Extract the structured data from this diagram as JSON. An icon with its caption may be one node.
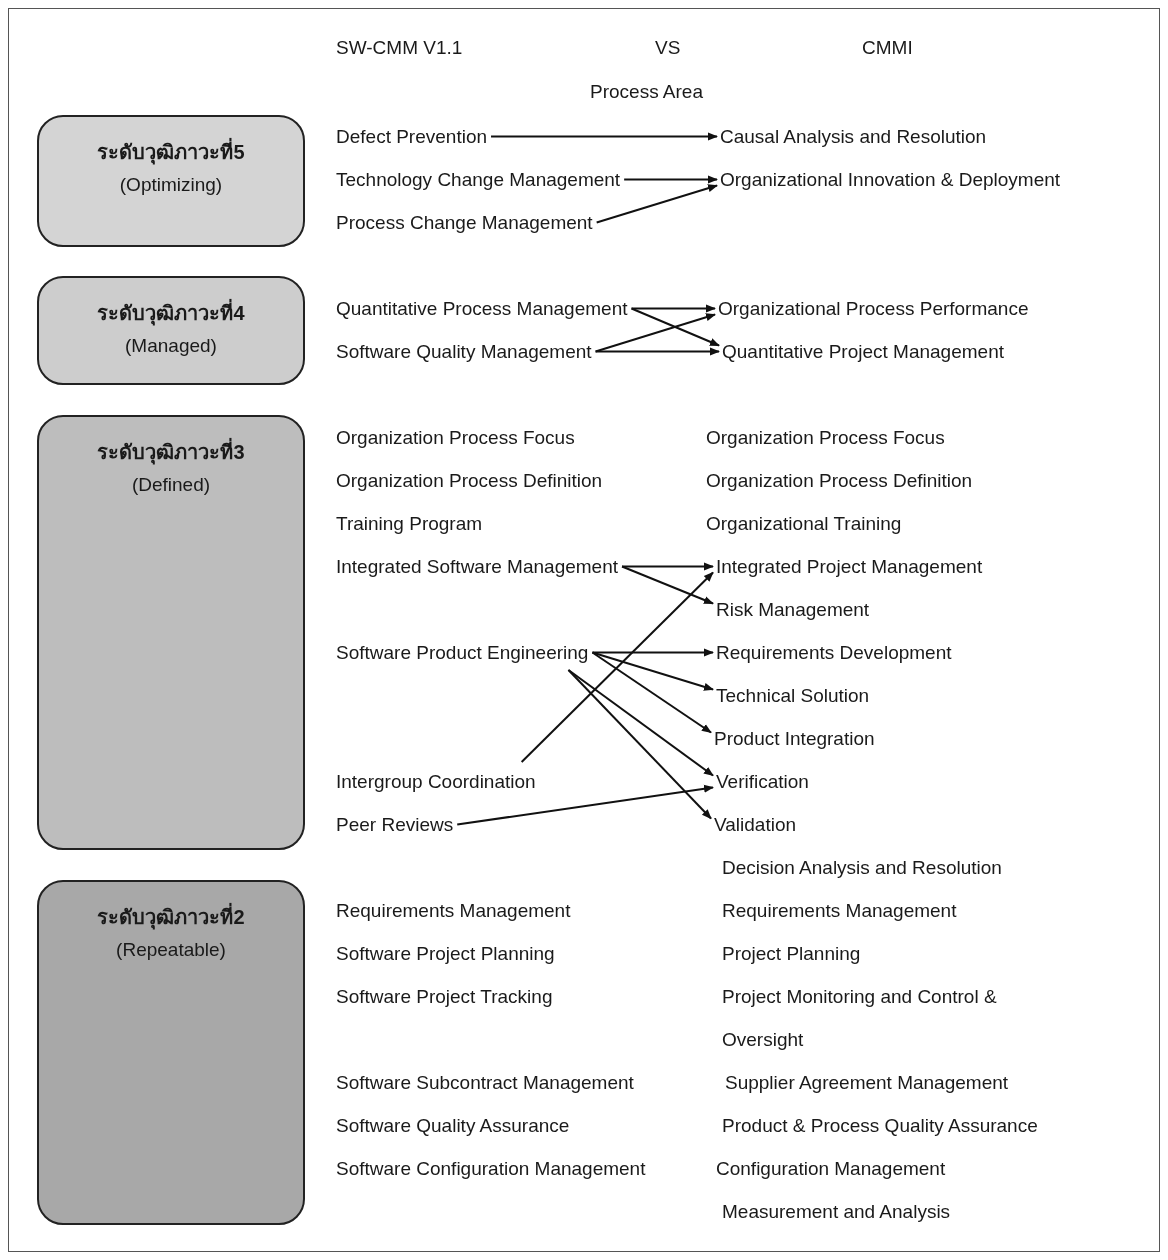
{
  "diagram": {
    "nodes": [
      {
        "text": [
          "ระดับวุฒิภาวะที่5",
          "(Optimizing)"
        ]
      },
      {
        "text": [
          "Defect Prevention"
        ]
      },
      {
        "text": [
          "Causal Analysis and Resolution"
        ]
      },
      {
        "text": [
          "Technology Change Management"
        ]
      },
      {
        "text": [
          "Organizational Innovation & Deployment"
        ]
      },
      {
        "text": [
          "Process Change Management"
        ]
      },
      {
        "text": [
          "ระดับวุฒิภาวะที่4",
          "(Managed)"
        ]
      },
      {
        "text": [
          "Quantitative Process Management"
        ]
      },
      {
        "text": [
          "Organizational Process Performance"
        ]
      },
      {
        "text": [
          "Software Quality Management"
        ]
      },
      {
        "text": [
          "Quantitative Project Management"
        ]
      },
      {
        "text": [
          "ระดับวุฒิภาวะที่3",
          "(Defined)"
        ]
      },
      {
        "text": [
          "Organization Process Focus"
        ]
      },
      {
        "text": [
          "Organization Process Focus"
        ]
      },
      {
        "text": [
          "Organization Process Definition"
        ]
      },
      {
        "text": [
          "Organization Process Definition"
        ]
      },
      {
        "text": [
          "Training Program"
        ]
      },
      {
        "text": [
          "Organizational Training"
        ]
      },
      {
        "text": [
          "Integrated Software Management"
        ]
      },
      {
        "text": [
          "Integrated Project Management"
        ]
      },
      {
        "text": [
          "Risk Management"
        ]
      },
      {
        "text": [
          "Software Product Engineering"
        ]
      },
      {
        "text": [
          "Requirements Development"
        ]
      },
      {
        "text": [
          "Technical Solution"
        ]
      },
      {
        "text": [
          "Product Integration"
        ]
      },
      {
        "text": [
          "Intergroup Coordination"
        ]
      },
      {
        "text": [
          "Verification"
        ]
      },
      {
        "text": [
          "Peer Reviews"
        ]
      },
      {
        "text": [
          "Validation"
        ]
      },
      {
        "text": [
          "Decision Analysis and Resolution"
        ]
      },
      {
        "text": [
          "ระดับวุฒิภาวะที่2",
          "(Repeatable)"
        ]
      },
      {
        "text": [
          "Requirements Management"
        ]
      },
      {
        "text": [
          "Requirements Management"
        ]
      },
      {
        "text": [
          "Software Project Planning"
        ]
      },
      {
        "text": [
          "Project Planning"
        ]
      },
      {
        "text": [
          "Software Project Tracking"
        ]
      },
      {
        "text": [
          "Project Monitoring and Control & Oversight"
        ]
      },
      {
        "text": [
          "Software Subcontract Management"
        ]
      },
      {
        "text": [
          "Supplier Agreement Management"
        ]
      },
      {
        "text": [
          "Software Quality Assurance"
        ]
      },
      {
        "text": [
          "Product & Process Quality Assurance"
        ]
      },
      {
        "text": [
          "Software Configuration Management"
        ]
      },
      {
        "text": [
          "Configuration Management"
        ]
      },
      {
        "text": [
          "Measurement and Analysis"
        ]
      }
    ],
    "edges": [
      {
        "from": 1,
        "to": 2,
        "arrow": "to"
      },
      {
        "from": 3,
        "to": 4,
        "arrow": "to"
      },
      {
        "from": 5,
        "to": 4,
        "arrow": "to"
      },
      {
        "from": 7,
        "to": 8,
        "arrow": "to"
      },
      {
        "from": 7,
        "to": 10,
        "arrow": "to"
      },
      {
        "from": 9,
        "to": 8,
        "arrow": "to"
      },
      {
        "from": 9,
        "to": 10,
        "arrow": "to"
      },
      {
        "from": 18,
        "to": 19,
        "arrow": "to"
      },
      {
        "from": 18,
        "to": 20,
        "arrow": "to"
      },
      {
        "from": 21,
        "to": 22,
        "arrow": "to"
      },
      {
        "from": 21,
        "to": 23,
        "arrow": "to"
      },
      {
        "from": 21,
        "to": 24,
        "arrow": "to"
      },
      {
        "from": 21,
        "to": 26,
        "arrow": "to"
      },
      {
        "from": 21,
        "to": 28,
        "arrow": "to"
      },
      {
        "from": 25,
        "to": 19,
        "arrow": "to"
      },
      {
        "from": 27,
        "to": 26,
        "arrow": "to"
      }
    ],
    "labels": [
      "SW-CMM V1.1",
      "VS",
      "CMMI",
      "Process Area"
    ]
  }
}
